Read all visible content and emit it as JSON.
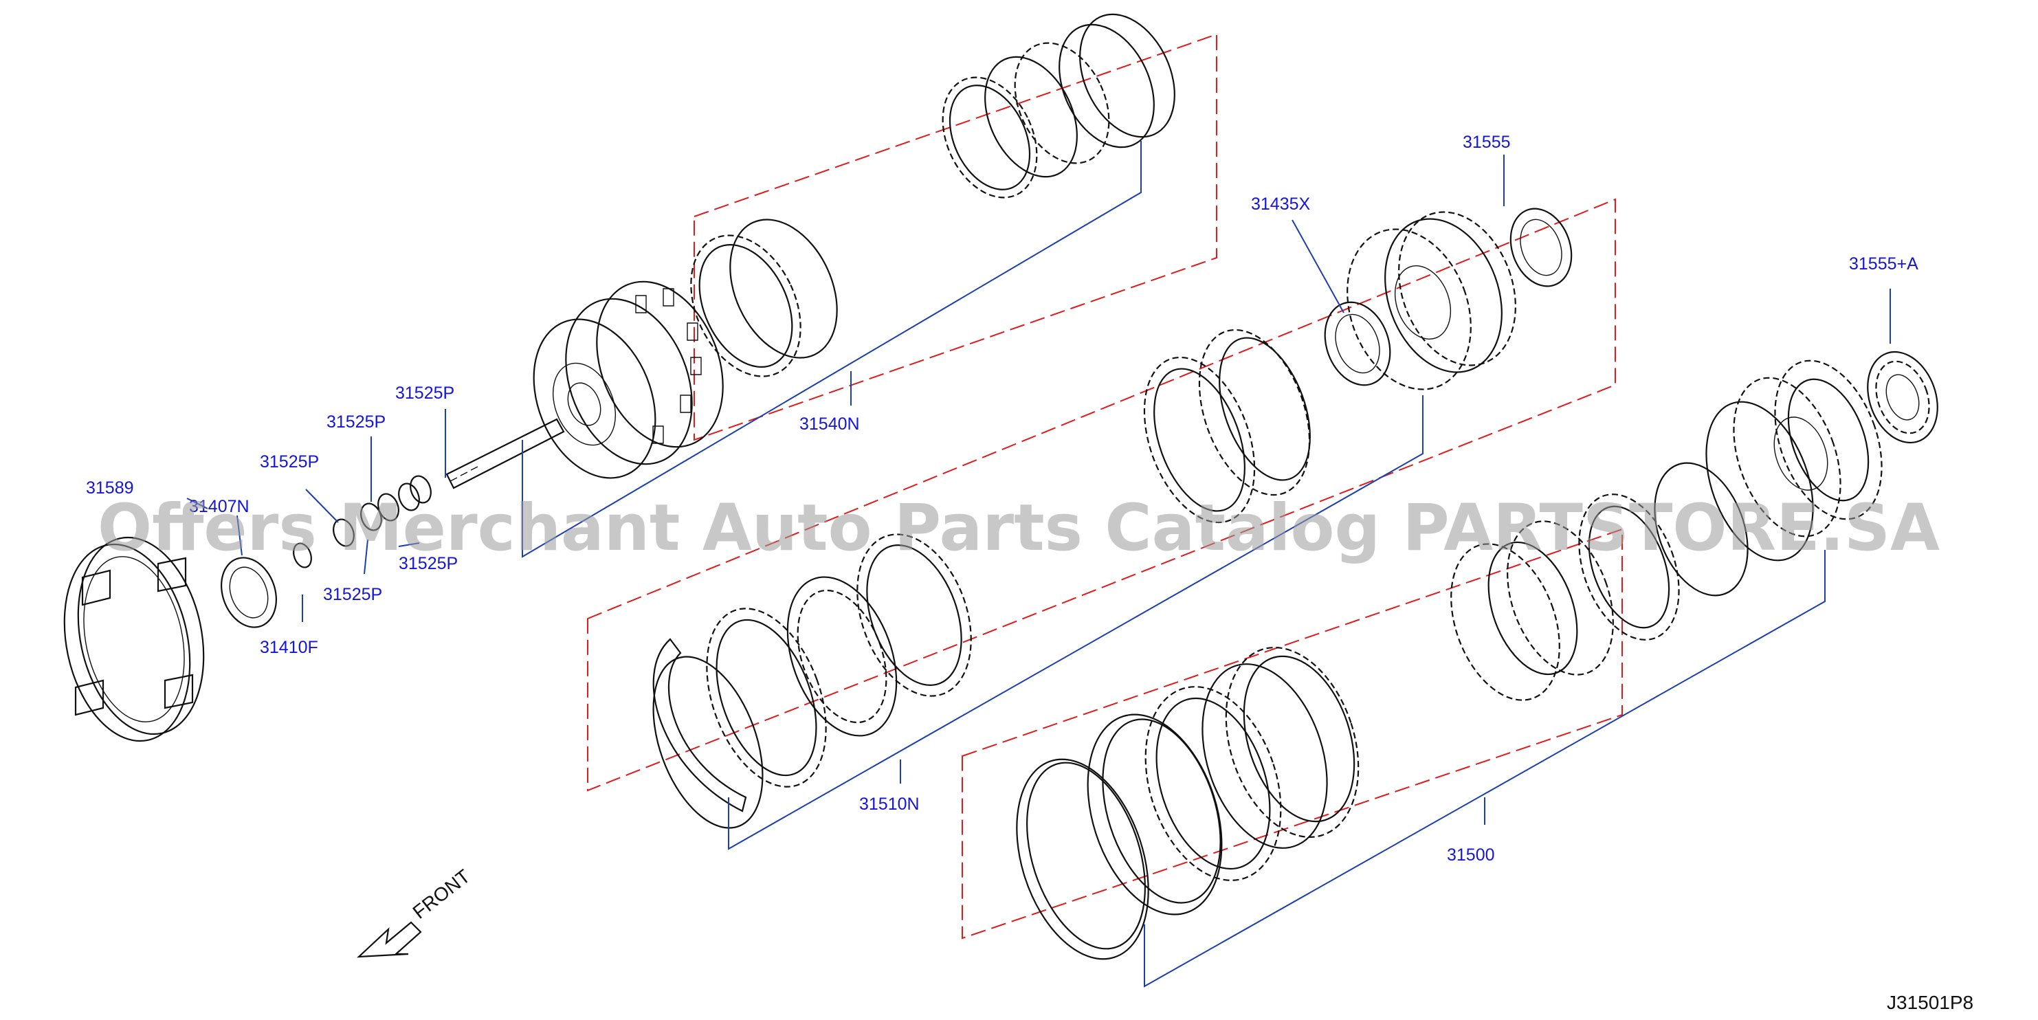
{
  "labels": {
    "p31589": "31589",
    "p31407n": "31407N",
    "p31410f": "31410F",
    "p31525p_a": "31525P",
    "p31525p_b": "31525P",
    "p31525p_c": "31525P",
    "p31525p_d": "31525P",
    "p31525p_e": "31525P",
    "p31540n": "31540N",
    "p31435x": "31435X",
    "p31555": "31555",
    "p31555a": "31555+A",
    "p31510n": "31510N",
    "p31500": "31500"
  },
  "front_label": "FRONT",
  "diagram_code": "J31501P8",
  "watermark": "Offers Merchant Auto Parts Catalog PARTSTORE.SA",
  "colors": {
    "label": "#1515d6",
    "leader": "#1b3fb0",
    "group_outline": "#e01b1b",
    "line_art": "#111111"
  }
}
